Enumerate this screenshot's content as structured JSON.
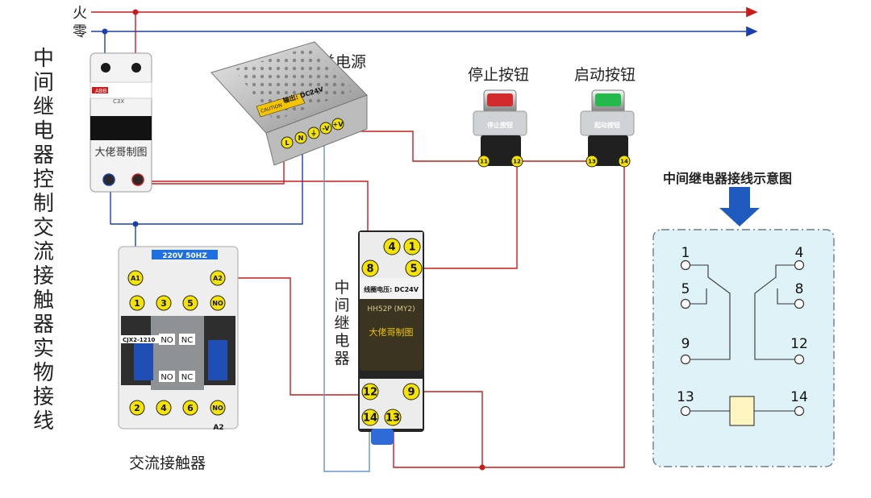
{
  "title": "中间继电器控制交流接触器实物接线",
  "lines": {
    "live": "火",
    "neutral": "零"
  },
  "labels": {
    "psu": "开关电源",
    "stop_btn": "停止按钮",
    "start_btn": "启动按钮",
    "contactor": "交流接触器",
    "relay_vertical": "中间继电器",
    "schematic_title": "中间继电器接线示意图"
  },
  "breaker": {
    "brand": "ABB",
    "model": "C3X",
    "watermark": "大佬哥制图"
  },
  "psu": {
    "caution": "CAUTION",
    "output": "输出: DC24V",
    "terminals": [
      "L",
      "N",
      "⏚",
      "-V",
      "+V"
    ]
  },
  "buttons": {
    "stop": {
      "cap": "停止按钮",
      "terminals": [
        "11",
        "12"
      ]
    },
    "start": {
      "cap": "起动按钮",
      "terminals": [
        "13",
        "14"
      ]
    }
  },
  "relay": {
    "coil_voltage": "线圈电压: DC24V",
    "model": "HH52P (MY2)",
    "watermark": "大佬哥制图",
    "top_terminals": [
      "4",
      "1",
      "8",
      "5"
    ],
    "bottom_terminals": [
      "12",
      "9",
      "14",
      "13"
    ]
  },
  "contactor": {
    "rating": "220V 50HZ",
    "model": "CJX2-1210",
    "top_terminals": [
      "A1",
      "1",
      "3",
      "5",
      "NO",
      "A2"
    ],
    "bottom_terminals": [
      "2",
      "4",
      "6",
      "NO"
    ],
    "bottom_coil": "A2",
    "aux_no": "NO",
    "aux_nc": "NC"
  },
  "schematic": {
    "pins": [
      "1",
      "4",
      "5",
      "8",
      "9",
      "12",
      "13",
      "14"
    ]
  },
  "colors": {
    "live": "#cc1a1a",
    "neutral": "#1a3fb0",
    "dc_neutral": "#6a95c8",
    "panel_border": "#6a7a8c",
    "panel_fill": "#dff2f8",
    "terminal": "#f5e400",
    "arrow": "#1f5bbf"
  }
}
